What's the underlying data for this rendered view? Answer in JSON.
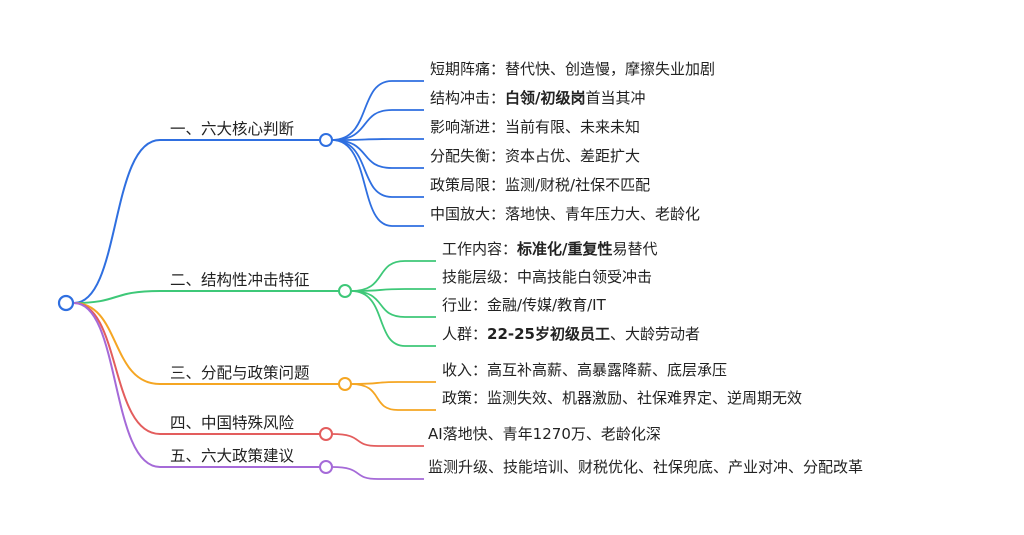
{
  "colors": {
    "root": "#2f6fe0",
    "blue": "#2f6fe0",
    "green": "#3ec878",
    "orange": "#f5a623",
    "red": "#e35d5d",
    "purple": "#a56ad8",
    "text": "#222222"
  },
  "branches": [
    {
      "label": "一、六大核心判断",
      "color": "blue",
      "children": [
        [
          {
            "t": "短期阵痛：替代快、创造慢，摩擦失业加剧"
          }
        ],
        [
          {
            "t": "结构冲击："
          },
          {
            "t": "白领/初级岗",
            "b": true
          },
          {
            "t": "首当其冲"
          }
        ],
        [
          {
            "t": "影响渐进：当前有限、未来未知"
          }
        ],
        [
          {
            "t": "分配失衡：资本占优、差距扩大"
          }
        ],
        [
          {
            "t": "政策局限：监测/财税/社保不匹配"
          }
        ],
        [
          {
            "t": "中国放大：落地快、青年压力大、老龄化"
          }
        ]
      ]
    },
    {
      "label": "二、结构性冲击特征",
      "color": "green",
      "children": [
        [
          {
            "t": "工作内容："
          },
          {
            "t": "标准化/重复性",
            "b": true
          },
          {
            "t": "易替代"
          }
        ],
        [
          {
            "t": "技能层级：中高技能白领受冲击"
          }
        ],
        [
          {
            "t": "行业：金融/传媒/教育/IT"
          }
        ],
        [
          {
            "t": "人群："
          },
          {
            "t": "22-25岁初级员工",
            "b": true
          },
          {
            "t": "、大龄劳动者"
          }
        ]
      ]
    },
    {
      "label": "三、分配与政策问题",
      "color": "orange",
      "children": [
        [
          {
            "t": "收入：高互补高薪、高暴露降薪、底层承压"
          }
        ],
        [
          {
            "t": "政策：监测失效、机器激励、社保难界定、逆周期无效"
          }
        ]
      ]
    },
    {
      "label": "四、中国特殊风险",
      "color": "red",
      "children": [
        [
          {
            "t": "AI落地快、青年1270万、老龄化深"
          }
        ]
      ]
    },
    {
      "label": "五、六大政策建议",
      "color": "purple",
      "children": [
        [
          {
            "t": "监测升级、技能培训、财税优化、社保兜底、产业对冲、分配改革"
          }
        ]
      ]
    }
  ]
}
